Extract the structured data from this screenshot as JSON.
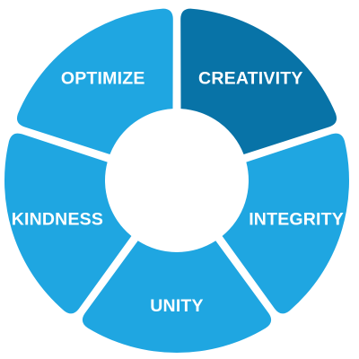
{
  "diagram": {
    "segments": [
      {
        "label": "CREATIVITY",
        "color": "#0873A7",
        "highlighted": true
      },
      {
        "label": "INTEGRITY",
        "color": "#1FA6E1",
        "highlighted": false
      },
      {
        "label": "UNITY",
        "color": "#1FA6E1",
        "highlighted": false
      },
      {
        "label": "KINDNESS",
        "color": "#1FA6E1",
        "highlighted": false
      },
      {
        "label": "OPTIMIZE",
        "color": "#1FA6E1",
        "highlighted": false
      }
    ]
  }
}
